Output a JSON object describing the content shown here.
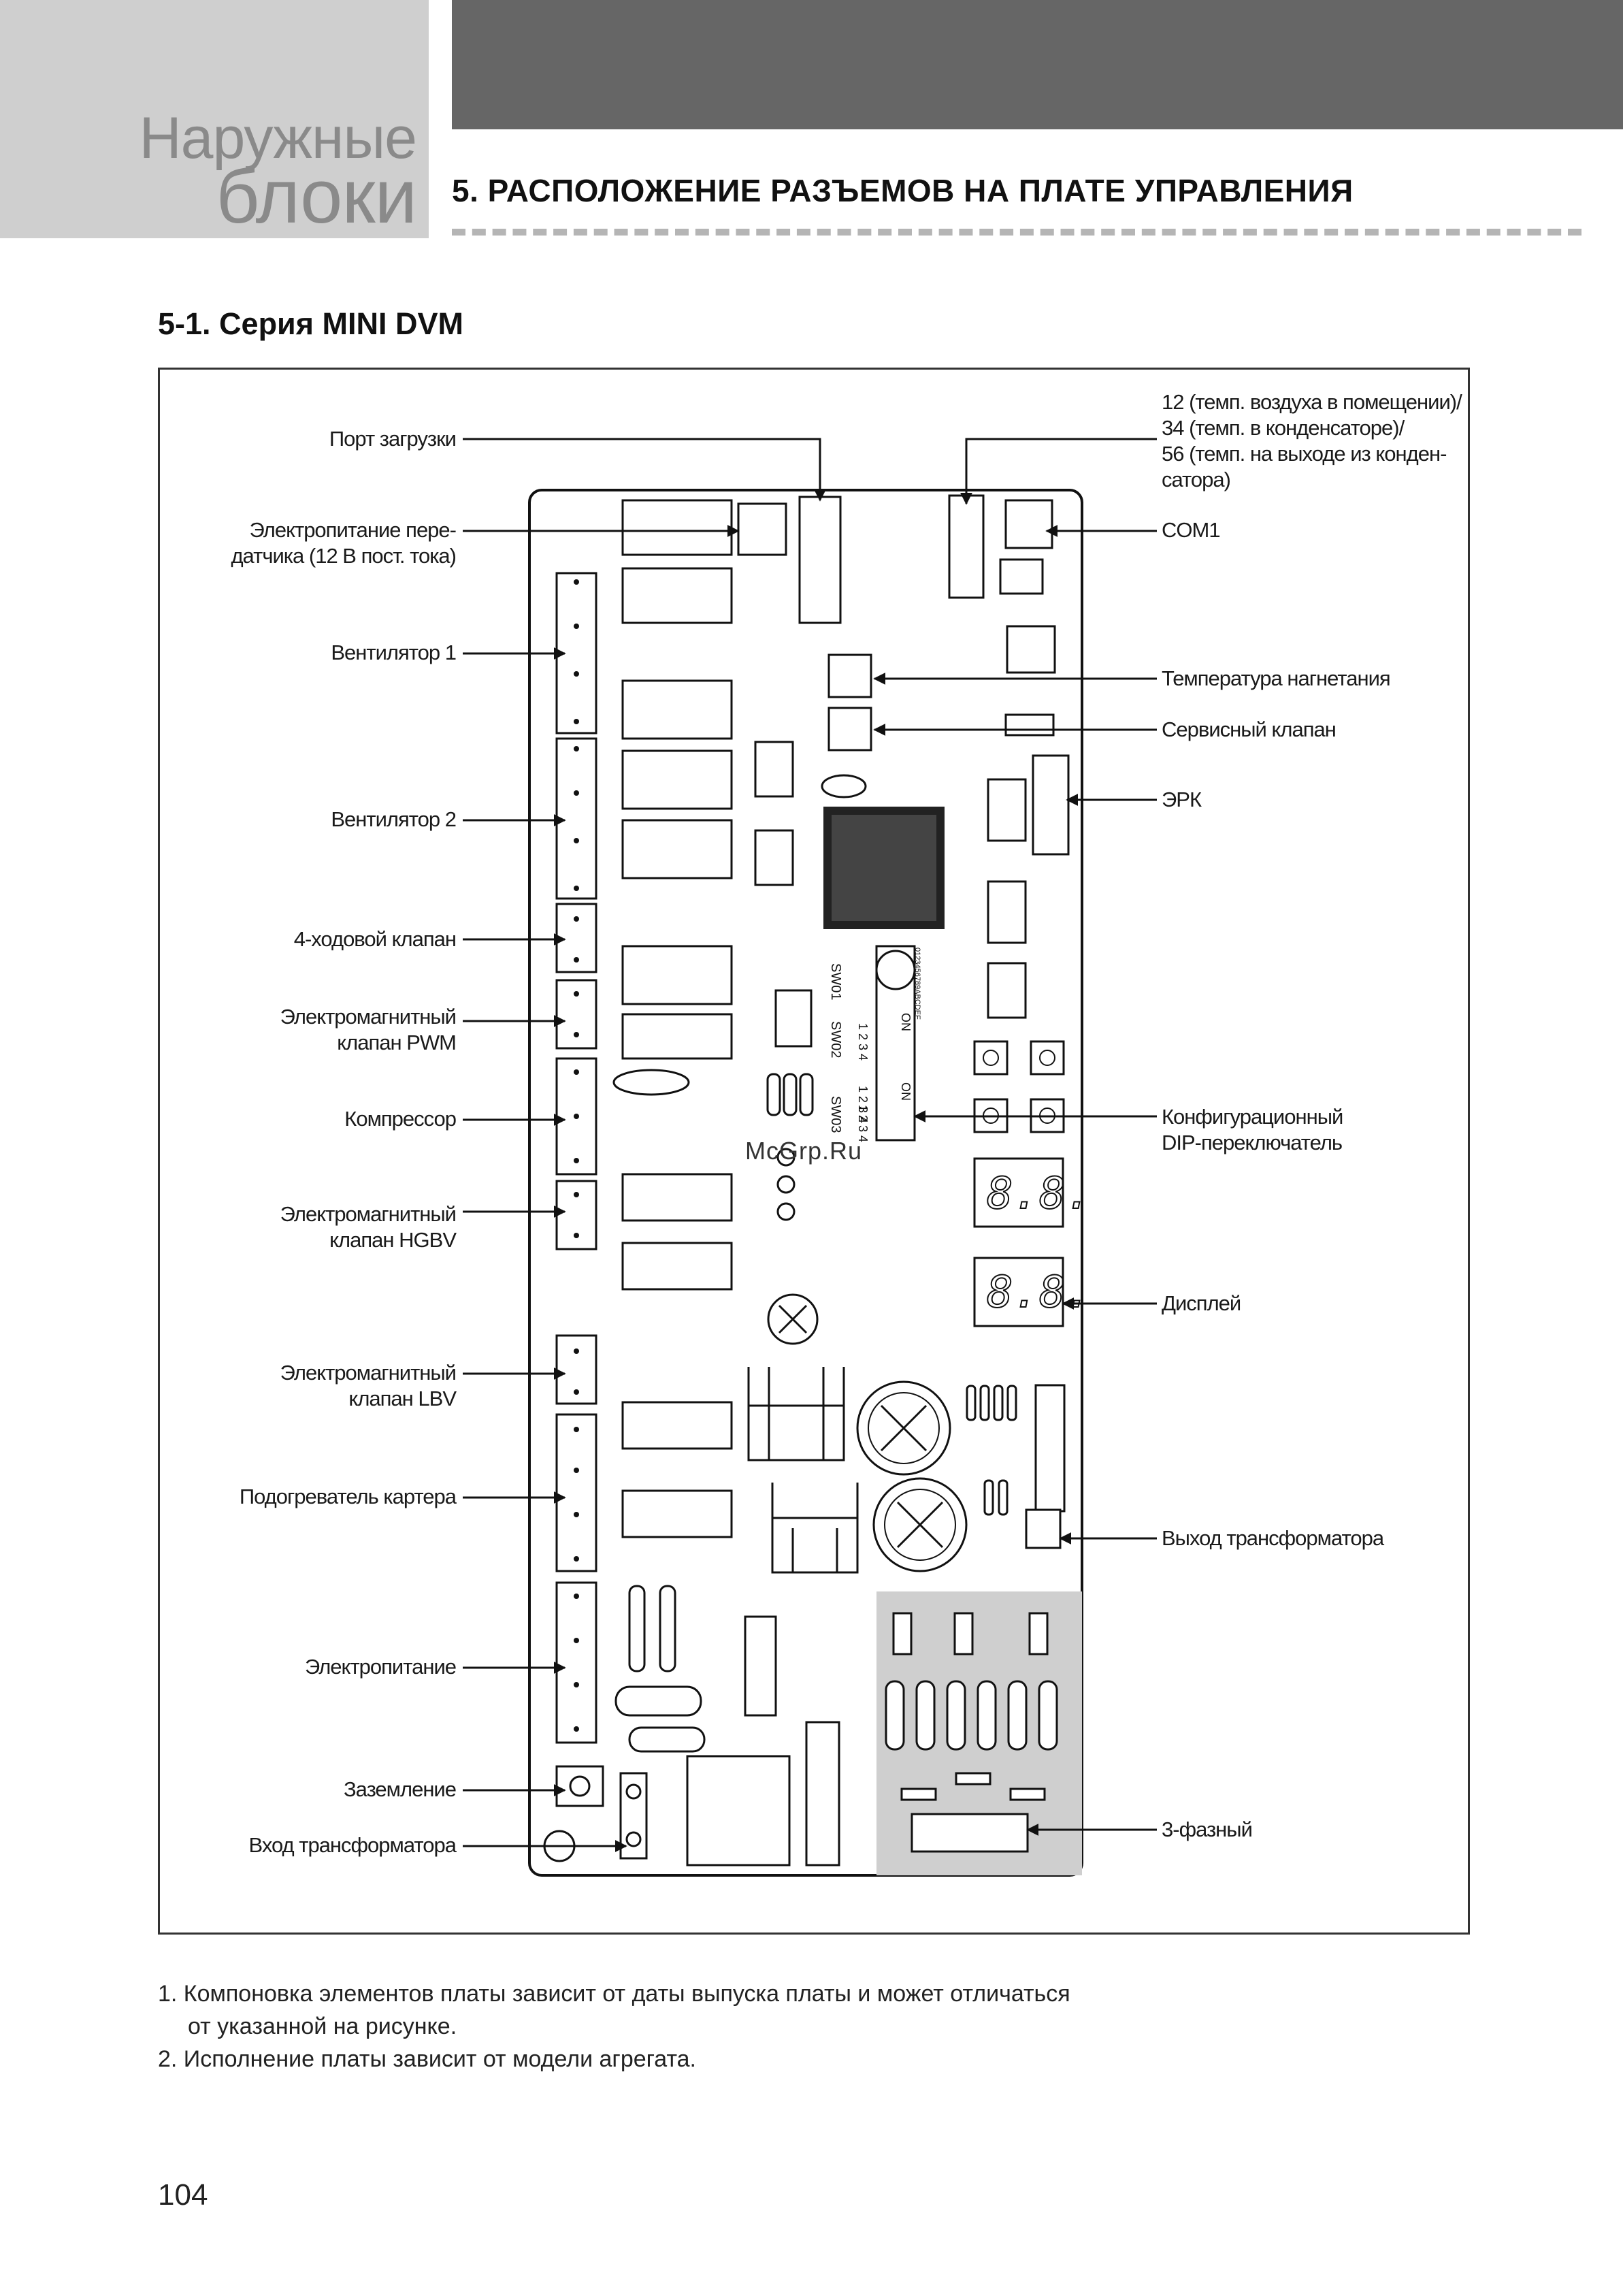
{
  "header": {
    "side_tab_line1": "Наружные",
    "side_tab_line2": "блоки",
    "chapter_title": "5. РАСПОЛОЖЕНИЕ РАЗЪЕМОВ НА ПЛАТЕ УПРАВЛЕНИЯ"
  },
  "section": {
    "title": "5-1. Серия MINI DVM"
  },
  "diagram": {
    "left_labels": {
      "download_port": "Порт загрузки",
      "transmitter_power_1": "Электропитание пере-",
      "transmitter_power_2": "датчика (12 В пост. тока)",
      "fan1": "Вентилятор 1",
      "fan2": "Вентилятор 2",
      "four_way_valve": "4-ходовой клапан",
      "pwm_valve_1": "Электромагнитный",
      "pwm_valve_2": "клапан PWM",
      "compressor": "Компрессор",
      "hgbv_valve_1": "Электромагнитный",
      "hgbv_valve_2": "клапан HGBV",
      "lbv_valve_1": "Электромагнитный",
      "lbv_valve_2": "клапан LBV",
      "crankcase_heater": "Подогреватель картера",
      "power_supply": "Электропитание",
      "ground": "Заземление",
      "transformer_input": "Вход трансформатора"
    },
    "right_labels": {
      "sensors_1": "12 (темп. воздуха в помещении)/",
      "sensors_2": "34 (темп. в конденсаторе)/",
      "sensors_3": "56 (темп. на выходе из конден-",
      "sensors_4": "сатора)",
      "com1": "COM1",
      "discharge_temp": "Температура нагнетания",
      "service_valve": "Сервисный клапан",
      "erk": "ЭРК",
      "dip_switch_1": "Конфигурационный",
      "dip_switch_2": "DIP-переключатель",
      "display": "Дисплей",
      "transformer_output": "Выход трансформатора",
      "three_phase": "3-фазный"
    },
    "board_marks": {
      "sw01": "SW01",
      "sw02": "SW02",
      "sw03": "SW03",
      "on1": "ON",
      "on2": "ON",
      "nums1": "1 2 3 4",
      "nums2": "1 2 3 4",
      "nums3": "1 2 3 4",
      "rotary": "0123456789ABCDEF",
      "seg1": "8.8.",
      "seg2": "8.8."
    },
    "watermark": "McGrp.Ru"
  },
  "notes": {
    "n1a": "1. Компоновка элементов платы зависит от даты выпуска платы и может отличаться",
    "n1b": "от указанной на рисунке.",
    "n2": "2. Исполнение платы зависит от модели агрегата."
  },
  "page_number": "104"
}
